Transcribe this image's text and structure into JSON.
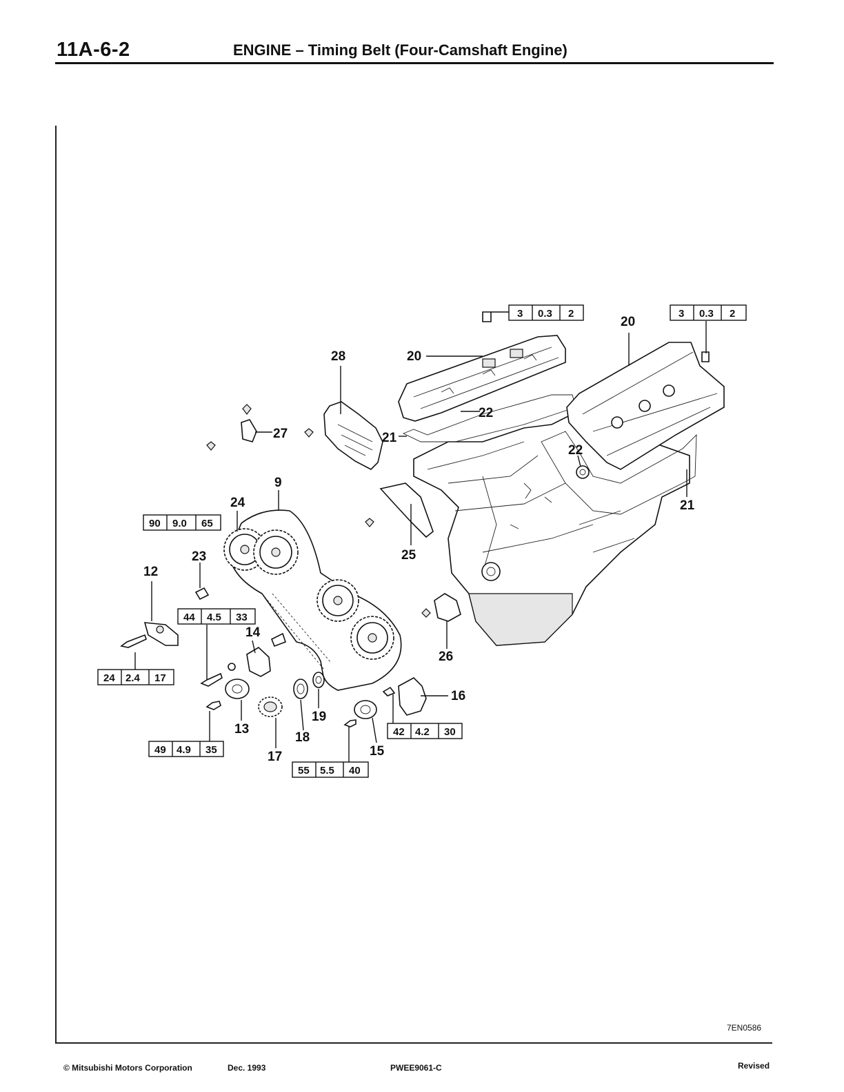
{
  "header": {
    "page_number": "11A-6-2",
    "title": "ENGINE – Timing Belt (Four-Camshaft Engine)"
  },
  "figure": {
    "code": "7EN0586",
    "callouts": [
      "9",
      "12",
      "13",
      "14",
      "15",
      "16",
      "17",
      "18",
      "19",
      "20",
      "20",
      "21",
      "21",
      "22",
      "22",
      "23",
      "24",
      "25",
      "26",
      "27",
      "28"
    ],
    "torque_specs": [
      [
        "3",
        "0.3",
        "2"
      ],
      [
        "3",
        "0.3",
        "2"
      ],
      [
        "90",
        "9.0",
        "65"
      ],
      [
        "44",
        "4.5",
        "33"
      ],
      [
        "24",
        "2.4",
        "17"
      ],
      [
        "49",
        "4.9",
        "35"
      ],
      [
        "42",
        "4.2",
        "30"
      ],
      [
        "55",
        "5.5",
        "40"
      ]
    ]
  },
  "footer": {
    "copyright": "© Mitsubishi Motors Corporation",
    "date": "Dec. 1993",
    "doc_number": "PWEE9061-C",
    "status": "Revised"
  }
}
